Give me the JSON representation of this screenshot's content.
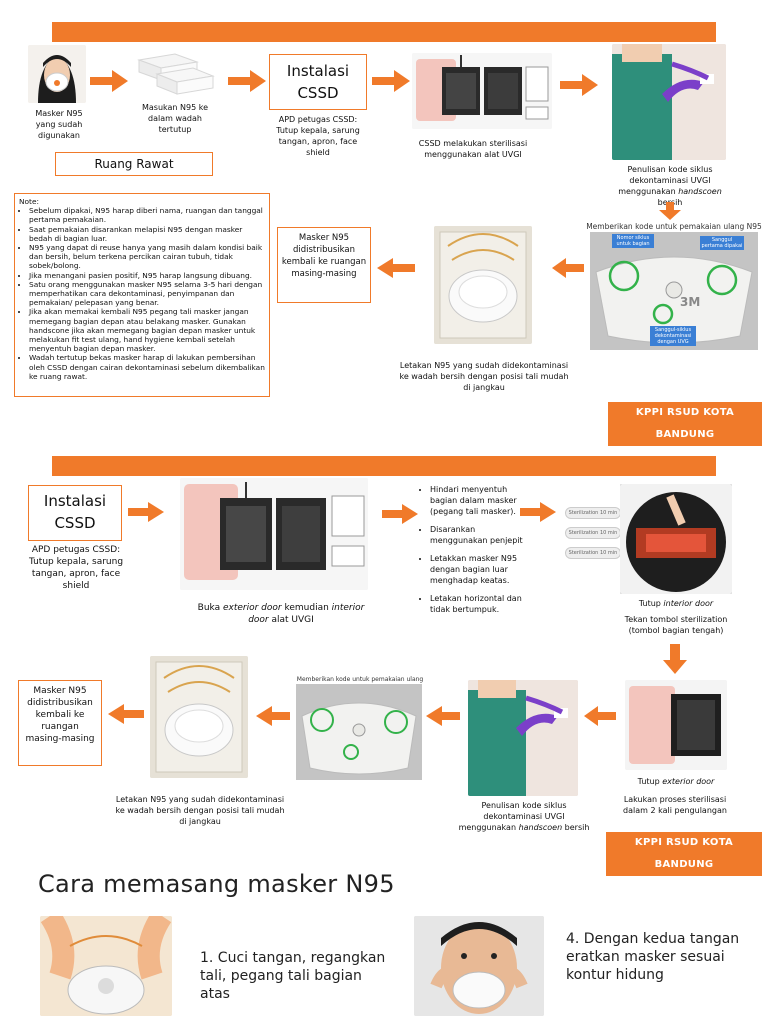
{
  "section1": {
    "label_mask_used": "Masker N95 yang sudah digunakan",
    "label_container": "Masukan N95 ke dalam wadah tertutup",
    "cssd_title": "Instalasi CSSD",
    "apd_text": "APD petugas CSSD: Tutup kepala, sarung tangan, apron, face shield",
    "uvgi_caption": "CSSD melakukan sterilisasi menggunakan alat UVGI",
    "coding_caption_pre": "Penulisan kode siklus dekontaminasi UVGI menggunakan ",
    "coding_caption_italic": "handscoen",
    "coding_caption_post": " bersih",
    "ruang_rawat": "Ruang Rawat",
    "note_title": "Note:",
    "notes": [
      "Sebelum dipakai, N95 harap diberi nama, ruangan dan tanggal pertama pemakaian.",
      "Saat pemakaian disarankan melapisi N95 dengan masker bedah di bagian luar.",
      "N95 yang dapat di reuse hanya yang masih dalam kondisi baik dan bersih, belum terkena percikan cairan tubuh, tidak sobek/bolong.",
      "Jika menangani pasien positif, N95 harap langsung dibuang.",
      "Satu orang menggunakan masker N95 selama 3-5 hari dengan memperhatikan cara dekontaminasi, penyimpanan dan pemakaian/ pelepasan yang benar.",
      "Jika akan memakai kembali N95 pegang tali masker jangan memegang bagian depan atau belakang masker. Gunakan handscone jika akan memegang bagian depan masker untuk melakukan fit test ulang, hand hygiene kembali setelah menyentuh bagian depan masker.",
      "Wadah tertutup bekas masker harap di lakukan pembersihan oleh CSSD dengan cairan dekontaminasi sebelum dikembalikan ke ruang rawat."
    ],
    "distribute_text": "Masker N95 didistribusikan kembali ke ruangan masing-masing",
    "code_header": "Memberikan kode untuk pemakaian ulang N95",
    "code_tag_1": "Nomor siklus untuk bagian",
    "code_tag_2": "Sanggul pertama dipakai",
    "code_tag_3": "Sanggul-siklus dekontaminasi dengan UVG",
    "mask_code_text": "3M",
    "container_caption": "Letakan N95 yang sudah didekontaminasi ke wadah bersih dengan posisi tali mudah di jangkau",
    "footer": "KPPI RSUD KOTA BANDUNG"
  },
  "section2": {
    "cssd_title": "Instalasi CSSD",
    "apd_text": "APD petugas CSSD: Tutup kepala, sarung tangan, apron, face shield",
    "open_caption_pre": "Buka ",
    "open_caption_italic1": "exterior door",
    "open_caption_mid": " kemudian ",
    "open_caption_italic2": "interior door",
    "open_caption_post": " alat UVGI",
    "bullets": [
      "Hindari menyentuh bagian dalam masker (pegang tali masker).",
      "Disarankan menggunakan penjepit",
      "Letakkan masker N95 dengan bagian luar menghadap keatas.",
      "Letakan horizontal dan tidak bertumpuk."
    ],
    "panel_labels": [
      "Sterilization 10 min",
      "Sterilization 10 min",
      "Sterilization 10 min"
    ],
    "interior_caption_pre": "Tutup ",
    "interior_caption_italic": "interior door",
    "press_caption": "Tekan tombol sterilization (tombol bagian tengah)",
    "distribute_text": "Masker N95 didistribusikan kembali ke ruangan masing-masing",
    "container_caption": "Letakan N95 yang sudah didekontaminasi ke wadah bersih dengan posisi tali mudah di jangkau",
    "code_header": "Memberikan kode untuk pemakaian ulang N95",
    "coding_caption_pre": "Penulisan kode siklus dekontaminasi UVGI menggunakan ",
    "coding_caption_italic": "handscoen",
    "coding_caption_post": " bersih",
    "exterior_caption_pre": "Tutup ",
    "exterior_caption_italic": "exterior door",
    "repeat_caption": "Lakukan proses sterilisasi dalam 2 kali pengulangan",
    "footer": "KPPI RSUD KOTA BANDUNG"
  },
  "section3": {
    "title": "Cara memasang masker N95",
    "step1": "1. Cuci tangan, regangkan tali, pegang tali bagian atas",
    "step4": "4. Dengan kedua tangan eratkan masker sesuai kontur hidung"
  }
}
